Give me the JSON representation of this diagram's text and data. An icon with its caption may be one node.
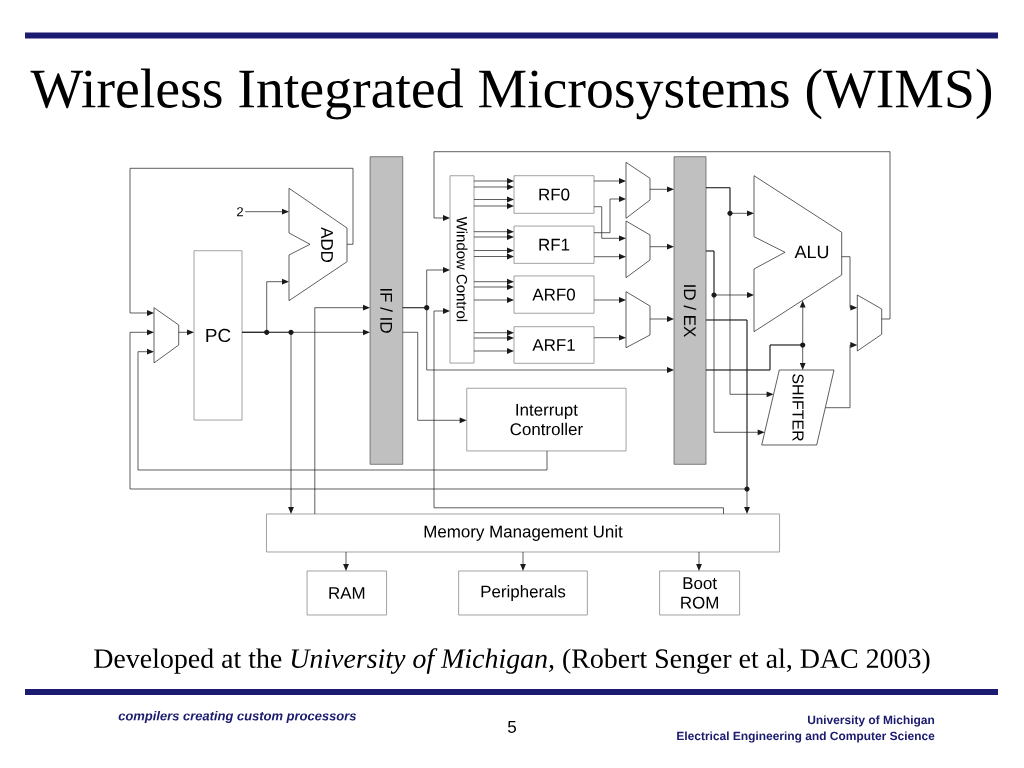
{
  "diagram": {
    "title": "Wireless Integrated Microsystems (WIMS)",
    "caption": "Developed at the *University of Michigan,* (Robert Senger et al, DAC 2003)",
    "nodes": [
      {
        "text": [
          "2"
        ]
      },
      {
        "text": [
          "ADD"
        ]
      },
      {
        "text": [],
        "shape": "trapezoid"
      },
      {
        "text": [
          "PC"
        ]
      },
      {
        "text": [
          "IF / ID"
        ]
      },
      {
        "text": [
          "Window Control"
        ]
      },
      {
        "text": [
          "RF0"
        ]
      },
      {
        "text": [
          "RF1"
        ]
      },
      {
        "text": [
          "ARF0"
        ]
      },
      {
        "text": [
          "ARF1"
        ]
      },
      {
        "text": [],
        "shape": "trapezoid"
      },
      {
        "text": [],
        "shape": "trapezoid"
      },
      {
        "text": [],
        "shape": "trapezoid"
      },
      {
        "text": [
          "ID / EX"
        ]
      },
      {
        "text": [
          "ALU"
        ]
      },
      {
        "text": [
          "SHIFTER"
        ]
      },
      {
        "text": [],
        "shape": "trapezoid"
      },
      {
        "text": [
          "Interrupt Controller"
        ]
      },
      {
        "text": [
          "Memory Management Unit"
        ]
      },
      {
        "text": [
          "RAM"
        ]
      },
      {
        "text": [
          "Peripherals"
        ]
      },
      {
        "text": [
          "Boot ROM"
        ]
      }
    ],
    "edges": [
      {
        "from": 0,
        "to": 1,
        "arrow": "to"
      },
      {
        "from": 1,
        "to": 2,
        "arrow": "to"
      },
      {
        "from": 13,
        "to": 2,
        "arrow": "to"
      },
      {
        "from": 17,
        "to": 2,
        "arrow": "to"
      },
      {
        "from": 2,
        "to": 3,
        "arrow": "to"
      },
      {
        "from": 3,
        "to": 1,
        "arrow": "to"
      },
      {
        "from": 3,
        "to": 4,
        "arrow": "to"
      },
      {
        "from": 3,
        "to": 18,
        "arrow": "to"
      },
      {
        "from": 18,
        "to": 4,
        "arrow": "to"
      },
      {
        "from": 4,
        "to": 5,
        "arrow": "to"
      },
      {
        "from": 4,
        "to": 13,
        "arrow": "to"
      },
      {
        "from": 4,
        "to": 17,
        "arrow": "to"
      },
      {
        "from": 16,
        "to": 5,
        "arrow": "to"
      },
      {
        "from": 18,
        "to": 5,
        "arrow": "to"
      },
      {
        "from": 5,
        "to": 6,
        "arrow": "to"
      },
      {
        "from": 5,
        "to": 6,
        "arrow": "to"
      },
      {
        "from": 5,
        "to": 6,
        "arrow": "to"
      },
      {
        "from": 5,
        "to": 6,
        "arrow": "to"
      },
      {
        "from": 5,
        "to": 7,
        "arrow": "to"
      },
      {
        "from": 5,
        "to": 7,
        "arrow": "to"
      },
      {
        "from": 5,
        "to": 7,
        "arrow": "to"
      },
      {
        "from": 5,
        "to": 7,
        "arrow": "to"
      },
      {
        "from": 5,
        "to": 8,
        "arrow": "to"
      },
      {
        "from": 5,
        "to": 8,
        "arrow": "to"
      },
      {
        "from": 5,
        "to": 8,
        "arrow": "to"
      },
      {
        "from": 5,
        "to": 9,
        "arrow": "to"
      },
      {
        "from": 5,
        "to": 9,
        "arrow": "to"
      },
      {
        "from": 5,
        "to": 9,
        "arrow": "to"
      },
      {
        "from": 6,
        "to": 10,
        "arrow": "to"
      },
      {
        "from": 6,
        "to": 11,
        "arrow": "to"
      },
      {
        "from": 7,
        "to": 10,
        "arrow": "to"
      },
      {
        "from": 7,
        "to": 11,
        "arrow": "to"
      },
      {
        "from": 8,
        "to": 12,
        "arrow": "to"
      },
      {
        "from": 9,
        "to": 12,
        "arrow": "to"
      },
      {
        "from": 10,
        "to": 13,
        "arrow": "to"
      },
      {
        "from": 11,
        "to": 13,
        "arrow": "to"
      },
      {
        "from": 12,
        "to": 13,
        "arrow": "to"
      },
      {
        "from": 13,
        "to": 14,
        "arrow": "to"
      },
      {
        "from": 13,
        "to": 15,
        "arrow": "to"
      },
      {
        "from": 13,
        "to": 14,
        "arrow": "to"
      },
      {
        "from": 13,
        "to": 15,
        "arrow": "to"
      },
      {
        "from": 13,
        "to": 14,
        "arrow": "to"
      },
      {
        "from": 13,
        "to": 15,
        "arrow": "to"
      },
      {
        "from": 13,
        "to": 18,
        "arrow": "to"
      },
      {
        "from": 14,
        "to": 16,
        "arrow": "to"
      },
      {
        "from": 15,
        "to": 16,
        "arrow": "to"
      },
      {
        "from": 18,
        "to": 19,
        "arrow": "to"
      },
      {
        "from": 18,
        "to": 20,
        "arrow": "to"
      },
      {
        "from": 18,
        "to": 21,
        "arrow": "to"
      }
    ],
    "labels": [
      "compilers creating custom processors",
      "5",
      "University of Michigan",
      "Electrical Engineering and Computer Science"
    ]
  }
}
